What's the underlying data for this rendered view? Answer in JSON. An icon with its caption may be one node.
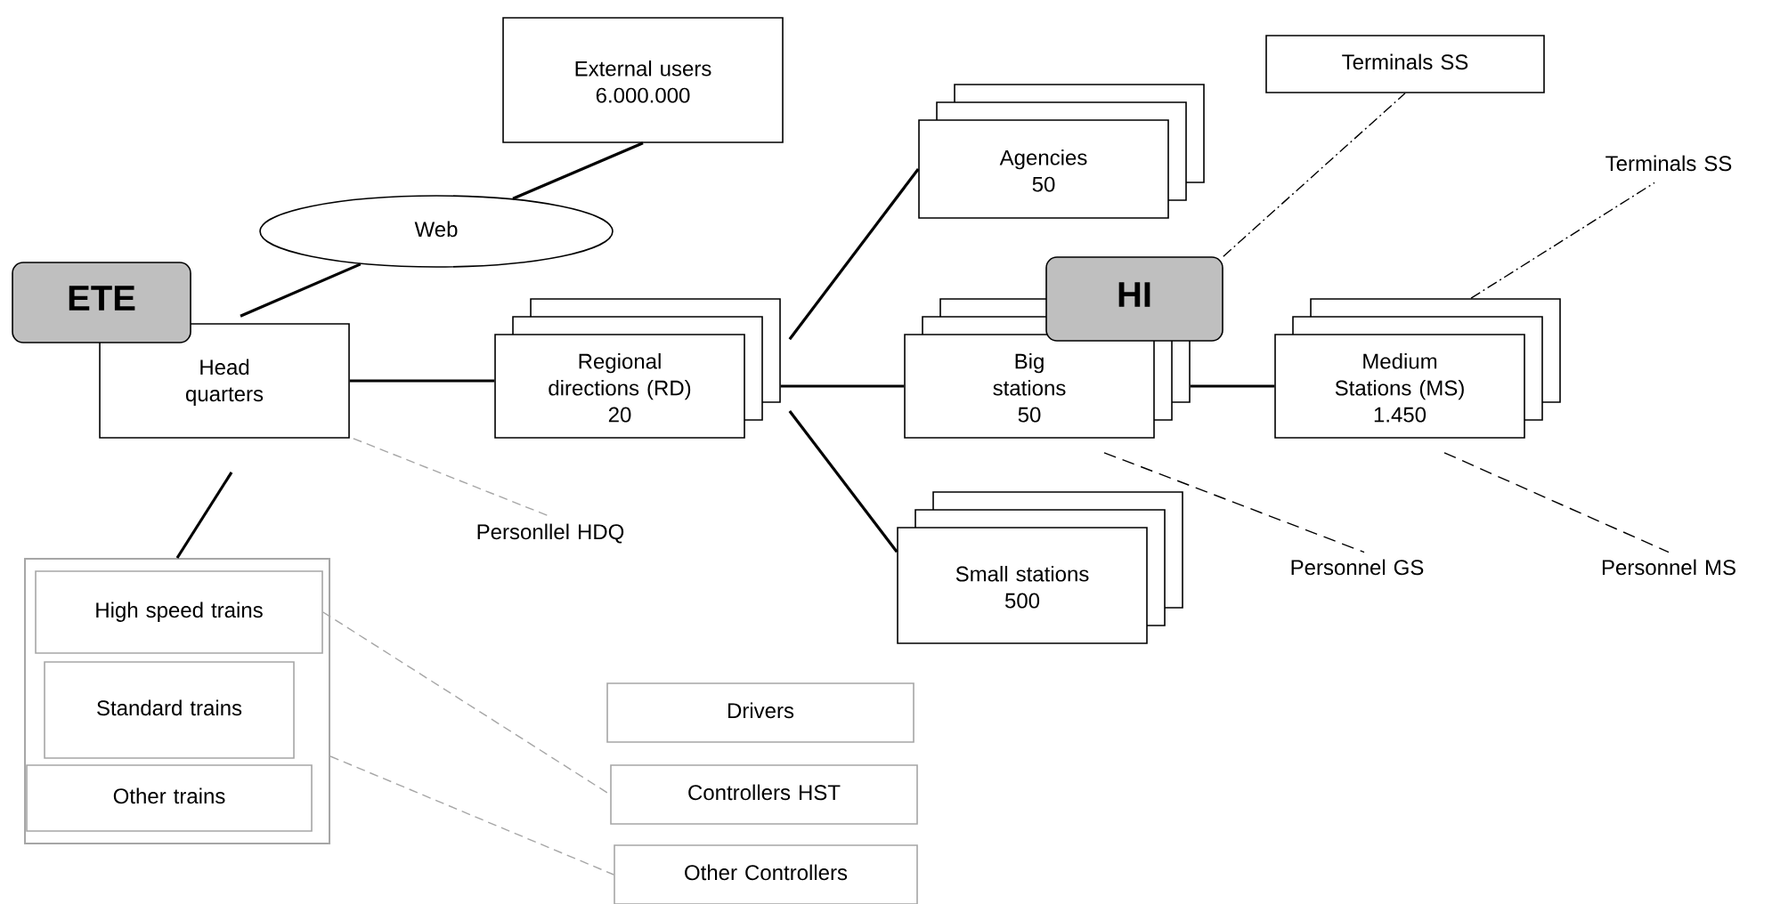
{
  "diagram": {
    "nodes": [
      {
        "text": [
          "External users",
          "6.000.000"
        ]
      },
      {
        "text": [
          "Web"
        ]
      },
      {
        "text": [
          "ETE"
        ]
      },
      {
        "text": [
          "Head quarters"
        ]
      },
      {
        "text": [
          "Regional directions (RD)",
          "20"
        ]
      },
      {
        "text": [
          "Agencies",
          "50"
        ]
      },
      {
        "text": [
          "Terminals SS"
        ]
      },
      {
        "text": [
          "Terminals SS"
        ]
      },
      {
        "text": [
          "HI"
        ]
      },
      {
        "text": [
          "Big stations",
          "50"
        ]
      },
      {
        "text": [
          "Medium Stations (MS)",
          "1.450"
        ]
      },
      {
        "text": [
          "Small stations",
          "500"
        ]
      },
      {
        "text": [
          "Personnel GS"
        ]
      },
      {
        "text": [
          "Personnel MS"
        ]
      },
      {
        "text": [
          "Personllel HDQ"
        ]
      },
      {
        "text": [],
        "shape": "box"
      },
      {
        "text": [
          "High speed trains"
        ],
        "in": 15
      },
      {
        "text": [
          "Standard trains"
        ],
        "in": 15
      },
      {
        "text": [
          "Other trains"
        ],
        "in": 15
      },
      {
        "text": [
          "Drivers"
        ]
      },
      {
        "text": [
          "Controllers HST"
        ]
      },
      {
        "text": [
          "Other Controllers"
        ]
      }
    ],
    "edges": [
      {
        "from": 1,
        "to": 0,
        "arrow": "none"
      },
      {
        "from": 3,
        "to": 1,
        "arrow": "none"
      },
      {
        "from": 3,
        "to": 4,
        "arrow": "none"
      },
      {
        "from": 4,
        "to": 5,
        "arrow": "none"
      },
      {
        "from": 4,
        "to": 9,
        "arrow": "none"
      },
      {
        "from": 4,
        "to": 11,
        "arrow": "none"
      },
      {
        "from": 9,
        "to": 10,
        "arrow": "none"
      },
      {
        "from": 3,
        "to": 15,
        "arrow": "none"
      },
      {
        "from": 3,
        "to": 14,
        "arrow": "none",
        "style": "dashed",
        "color": "#a6a6a6"
      },
      {
        "from": 8,
        "to": 6,
        "arrow": "none",
        "style": "dashed"
      },
      {
        "from": 10,
        "to": 7,
        "arrow": "none",
        "style": "dashed"
      },
      {
        "from": 9,
        "to": 12,
        "arrow": "none",
        "style": "dashed"
      },
      {
        "from": 10,
        "to": 13,
        "arrow": "none",
        "style": "dashed"
      },
      {
        "from": 16,
        "to": 20,
        "arrow": "none",
        "style": "dashed",
        "color": "#a6a6a6"
      },
      {
        "from": 15,
        "to": 21,
        "arrow": "none",
        "style": "dashed",
        "color": "#a6a6a6"
      }
    ]
  }
}
